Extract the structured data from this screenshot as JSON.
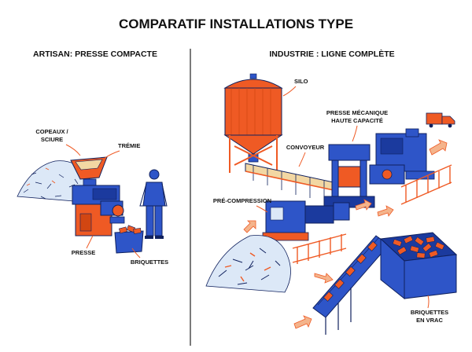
{
  "title": "COMPARATIF INSTALLATIONS TYPE",
  "left_panel": {
    "heading": "ARTISAN: PRESSE COMPACTE",
    "labels": {
      "copeaux_1": "COPEAUX /",
      "copeaux_2": "SCIURE",
      "tremie": "TRÉMIE",
      "presse": "PRESSE",
      "briquettes": "BRIQUETTES"
    }
  },
  "right_panel": {
    "heading": "INDUSTRIE : LIGNE COMPLÈTE",
    "labels": {
      "silo": "SILO",
      "presse_1": "PRESSE MÉCANIQUE",
      "presse_2": "HAUTE CAPACITÉ",
      "convoyeur": "CONVOYEUR",
      "precompression": "PRÉ-COMPRESSION",
      "briquettes_1": "BRIQUETTES",
      "briquettes_2": "EN VRAC"
    }
  },
  "colors": {
    "orange": "#EF5A24",
    "blue": "#2E55C8",
    "navy": "#10215E",
    "light_blue": "#DCE8F7",
    "wood": "#F2D7A3"
  }
}
